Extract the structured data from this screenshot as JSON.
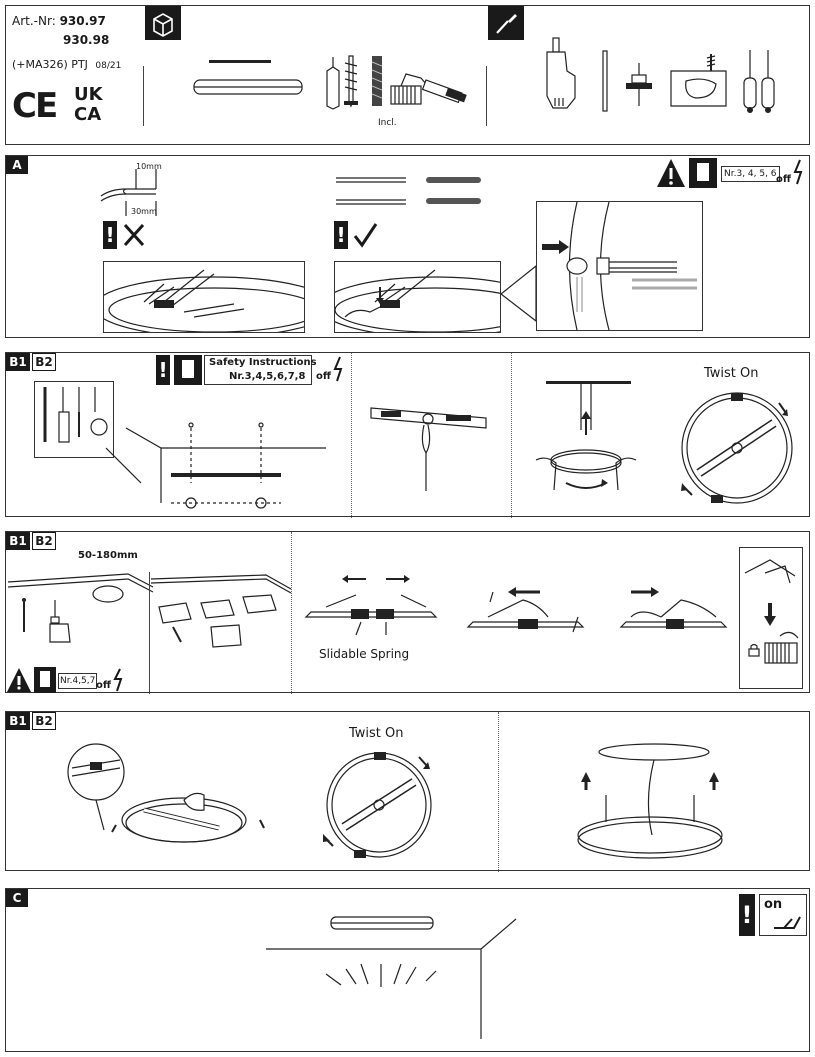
{
  "header": {
    "art_label": "Art.-Nr:",
    "art_nr_1": "930.97",
    "art_nr_2": "930.98",
    "model": "(+MA326) PTJ",
    "date": "08/21",
    "certs": [
      "CE",
      "UK",
      "CA"
    ],
    "incl_label": "Incl."
  },
  "section_a": {
    "label": "A",
    "strip_short": "10mm",
    "strip_long": "30mm",
    "warning_refs": "Nr.3, 4, 5, 6",
    "off_label": "off"
  },
  "section_b1": {
    "tags": [
      "B1",
      "B2"
    ],
    "safety_title": "Safety Instructions",
    "safety_refs": "Nr.3,4,5,6,7,8",
    "off_label": "off",
    "twist_label": "Twist On"
  },
  "section_b2": {
    "tags": [
      "B1",
      "B2"
    ],
    "cut_range": "50-180mm",
    "spring_label": "Slidable Spring",
    "warning_refs": "Nr.4,5,7",
    "off_label": "off"
  },
  "section_b3": {
    "tags": [
      "B1",
      "B2"
    ],
    "twist_label": "Twist On"
  },
  "section_c": {
    "label": "C",
    "on_label": "on"
  },
  "icons": [
    "box-icon",
    "screwdriver-icon",
    "warning-icon",
    "manual-icon",
    "power-off-icon",
    "power-on-icon",
    "lock-icon",
    "check-icon",
    "cross-icon"
  ]
}
